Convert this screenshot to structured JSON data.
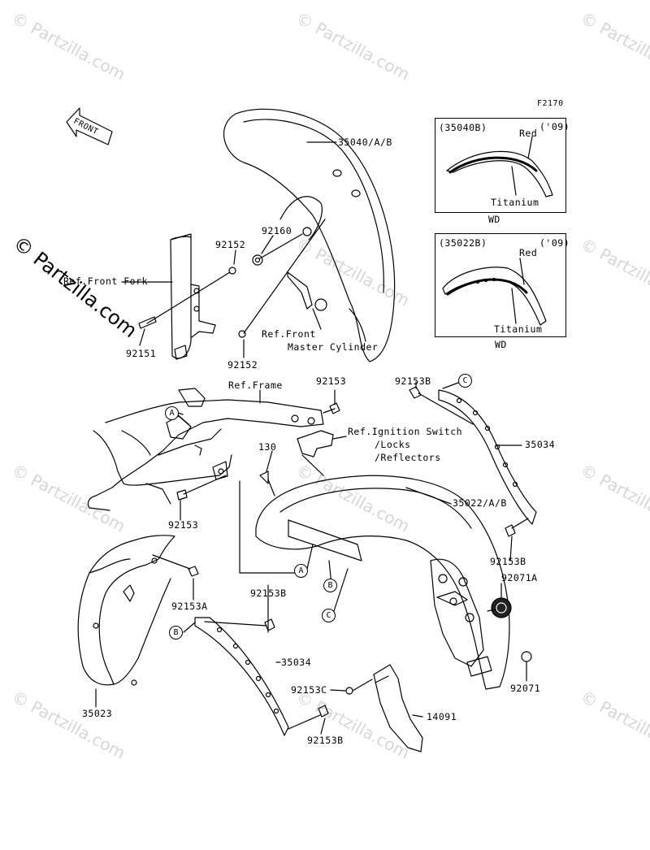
{
  "watermark": "© Partzilla.com",
  "figure_id": "F2170",
  "front_label": "FRONT",
  "insets": [
    {
      "code": "(35040B)",
      "red": "Red",
      "year": "('09)",
      "titanium": "Titanium",
      "caption": "WD"
    },
    {
      "code": "(35022B)",
      "red": "Red",
      "year": "('09)",
      "titanium": "Titanium",
      "caption": "WD"
    }
  ],
  "labels": {
    "p35040": "35040/A/B",
    "p92160": "92160",
    "p92152a": "92152",
    "ref_front_fork": "Ref.Front Fork",
    "p92151": "92151",
    "p92152b": "92152",
    "ref_master_1": "Ref.Front",
    "ref_master_2": "Master Cylinder",
    "ref_frame": "Ref.Frame",
    "p92153a": "92153",
    "p92153B_top": "92153B",
    "ref_ign_1": "Ref.Ignition Switch",
    "ref_ign_2": "/Locks",
    "ref_ign_3": "/Reflectors",
    "p35034a": "35034",
    "p130": "130",
    "p35022": "35022/A/B",
    "p92153b": "92153",
    "p92153B_mid": "92153B",
    "p92071A": "92071A",
    "p92153A": "92153A",
    "p92153B_low": "92153B",
    "p35034b": "35034",
    "p92153C": "92153C",
    "p92071": "92071",
    "p35023": "35023",
    "p14091": "14091",
    "p92153B_bot": "92153B"
  },
  "refs": {
    "a": "A",
    "b": "B",
    "c": "C"
  }
}
